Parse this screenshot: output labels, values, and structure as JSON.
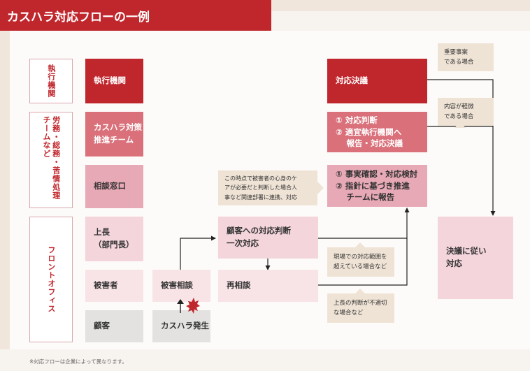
{
  "title": "カスハラ対応フローの一例",
  "groups": {
    "executive": "執行機関",
    "team": "労務・総務・苦情処理チームなど",
    "front": "フロントオフィス"
  },
  "roles": {
    "exec_body": "執行機関",
    "promo_team": [
      "カスハラ対策",
      "推進チーム"
    ],
    "consult": "相談窓口",
    "boss": [
      "上長",
      "（部門長）"
    ],
    "victim": "被害者",
    "customer": "顧客"
  },
  "flow": {
    "victim_consult": "被害相談",
    "kasuhara_occur": "カスハラ発生",
    "customer_judge": [
      "顧客への対応判断",
      "一次対応"
    ],
    "reconsult": "再相談",
    "decision": "対応決議",
    "promo_action": [
      "① 対応判断",
      "② 適宜執行機関へ",
      "　 報告・対応決議"
    ],
    "consult_action": [
      "① 事実確認・対応検討",
      "② 指針に基づき推進",
      "　 チームに報告"
    ],
    "follow": [
      "決議に従い",
      "対応"
    ]
  },
  "notes": {
    "important": [
      "重要事案",
      "である場合"
    ],
    "minor": [
      "内容が軽微",
      "である場合"
    ],
    "mental": [
      "この時点で被害者の心身のケ",
      "アが必要だと判断した場合人",
      "事など関連部署に連携、対応"
    ],
    "beyond": [
      "現場での対応範囲を",
      "超えている場合など"
    ],
    "improper": [
      "上長の判断が不適切",
      "な場合など"
    ]
  },
  "footnote": "※対応フローは企業によって異なります。",
  "colors": {
    "accent": "#c0272d",
    "mid": "#d9707a",
    "light_pink": "#e8a9b6",
    "pale_pink": "#f4d5dc",
    "note_beige": "#efe3d5",
    "gray": "#e3e2e1"
  }
}
